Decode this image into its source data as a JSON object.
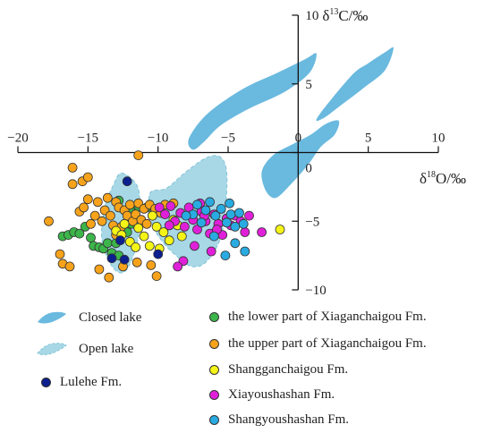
{
  "chart_data": {
    "type": "scatter",
    "title": "",
    "xlabel": "δ18O/‰",
    "ylabel": "δ13C/‰",
    "xlim": [
      -20,
      10
    ],
    "ylim": [
      -10,
      10
    ],
    "x_ticks": [
      "−20",
      "−15",
      "−10",
      "−5",
      "0",
      "5",
      "10"
    ],
    "y_ticks": [
      "10",
      "5",
      "0",
      "−5",
      "−10"
    ],
    "grid": false,
    "legend_position": "bottom",
    "regions": [
      {
        "name": "Closed lake",
        "color": "#6ab9df",
        "style": "solid",
        "polygons": [
          [
            [
              -7.8,
              1.0
            ],
            [
              -6.5,
              2.8
            ],
            [
              -4.0,
              4.6
            ],
            [
              -1.5,
              5.8
            ],
            [
              0.5,
              6.8
            ],
            [
              1.3,
              7.2
            ],
            [
              0.8,
              5.8
            ],
            [
              -1.0,
              4.4
            ],
            [
              -3.5,
              3.2
            ],
            [
              -5.5,
              2.0
            ],
            [
              -6.7,
              0.8
            ],
            [
              -7.5,
              0.2
            ]
          ],
          [
            [
              1.4,
              2.6
            ],
            [
              3.8,
              5.6
            ],
            [
              5.0,
              6.5
            ],
            [
              6.2,
              7.3
            ],
            [
              6.8,
              7.6
            ],
            [
              6.2,
              6.0
            ],
            [
              4.8,
              4.8
            ],
            [
              3.0,
              3.4
            ],
            [
              1.8,
              2.5
            ]
          ],
          [
            [
              -2.6,
              -1.4
            ],
            [
              -1.8,
              -0.2
            ],
            [
              -0.4,
              0.6
            ],
            [
              0.9,
              1.3
            ],
            [
              2.0,
              2.1
            ],
            [
              2.9,
              2.3
            ],
            [
              2.6,
              1.3
            ],
            [
              1.6,
              0.4
            ],
            [
              0.7,
              -0.9
            ],
            [
              -0.6,
              -2.4
            ],
            [
              -1.6,
              -3.3
            ],
            [
              -2.3,
              -2.8
            ]
          ]
        ]
      },
      {
        "name": "Open lake",
        "color": "#a8d8e6",
        "style": "dashed",
        "polygons": [
          [
            [
              -12.6,
              -1.5
            ],
            [
              -11.5,
              -2.4
            ],
            [
              -11.3,
              -4.2
            ],
            [
              -11.5,
              -6.6
            ],
            [
              -12.3,
              -8.6
            ],
            [
              -13.2,
              -8.4
            ],
            [
              -14.0,
              -6.4
            ],
            [
              -13.8,
              -4.0
            ],
            [
              -13.2,
              -2.4
            ]
          ],
          [
            [
              -10.6,
              -3.0
            ],
            [
              -9.4,
              -2.6
            ],
            [
              -8.0,
              -1.4
            ],
            [
              -6.6,
              -0.4
            ],
            [
              -5.6,
              -0.3
            ],
            [
              -5.1,
              -1.4
            ],
            [
              -5.2,
              -4.2
            ],
            [
              -5.6,
              -6.4
            ],
            [
              -6.6,
              -8.0
            ],
            [
              -7.6,
              -8.3
            ],
            [
              -8.6,
              -7.6
            ],
            [
              -9.6,
              -6.6
            ],
            [
              -10.4,
              -5.2
            ]
          ]
        ]
      }
    ],
    "series": [
      {
        "name": "the lower part of Xiaganchaigou Fm.",
        "color": "#3cb54a",
        "points": [
          [
            -16.8,
            -6.1
          ],
          [
            -16.4,
            -6.0
          ],
          [
            -16.0,
            -5.8
          ],
          [
            -15.6,
            -5.9
          ],
          [
            -15.2,
            -5.4
          ],
          [
            -14.8,
            -6.2
          ],
          [
            -14.6,
            -6.8
          ],
          [
            -14.2,
            -6.9
          ],
          [
            -13.9,
            -7.0
          ],
          [
            -13.6,
            -6.6
          ],
          [
            -13.3,
            -7.3
          ],
          [
            -13.0,
            -6.6
          ],
          [
            -12.8,
            -7.5
          ],
          [
            -12.6,
            -6.0
          ],
          [
            -12.8,
            -3.5
          ],
          [
            -12.2,
            -5.8
          ],
          [
            -12.0,
            -4.1
          ],
          [
            -11.4,
            -3.9
          ],
          [
            -10.8,
            -4.0
          ],
          [
            -11.9,
            -5.2
          ]
        ]
      },
      {
        "name": "the upper part of Xiaganchaigou Fm.",
        "color": "#f6a31b",
        "points": [
          [
            -16.1,
            -1.1
          ],
          [
            -15.4,
            -2.1
          ],
          [
            -15.0,
            -1.8
          ],
          [
            -16.1,
            -2.3
          ],
          [
            -17.8,
            -5.0
          ],
          [
            -16.8,
            -8.1
          ],
          [
            -17.0,
            -7.4
          ],
          [
            -16.3,
            -8.3
          ],
          [
            -15.6,
            -4.3
          ],
          [
            -15.3,
            -4.0
          ],
          [
            -15.0,
            -3.4
          ],
          [
            -14.8,
            -5.2
          ],
          [
            -14.5,
            -4.6
          ],
          [
            -14.3,
            -3.6
          ],
          [
            -14.0,
            -5.0
          ],
          [
            -13.8,
            -4.2
          ],
          [
            -13.6,
            -3.3
          ],
          [
            -13.4,
            -4.6
          ],
          [
            -13.2,
            -5.3
          ],
          [
            -13.0,
            -3.6
          ],
          [
            -12.8,
            -4.0
          ],
          [
            -12.6,
            -5.4
          ],
          [
            -12.4,
            -4.2
          ],
          [
            -12.2,
            -4.6
          ],
          [
            -12.0,
            -3.8
          ],
          [
            -11.8,
            -5.0
          ],
          [
            -11.6,
            -4.5
          ],
          [
            -11.4,
            -3.7
          ],
          [
            -11.2,
            -4.9
          ],
          [
            -11.0,
            -4.1
          ],
          [
            -10.8,
            -5.2
          ],
          [
            -10.6,
            -3.8
          ],
          [
            -10.4,
            -4.6
          ],
          [
            -10.2,
            -4.1
          ],
          [
            -9.8,
            -4.4
          ],
          [
            -9.5,
            -3.8
          ],
          [
            -8.9,
            -3.7
          ],
          [
            -13.0,
            -6.0
          ],
          [
            -14.2,
            -8.5
          ],
          [
            -13.5,
            -9.1
          ],
          [
            -12.5,
            -8.3
          ],
          [
            -11.5,
            -8.0
          ],
          [
            -10.5,
            -8.2
          ],
          [
            -10.1,
            -9.0
          ],
          [
            -11.4,
            -0.2
          ]
        ]
      },
      {
        "name": "Shangganchaigou Fm.",
        "color": "#f4f417",
        "points": [
          [
            -13.0,
            -5.7
          ],
          [
            -12.6,
            -6.0
          ],
          [
            -12.4,
            -5.2
          ],
          [
            -12.0,
            -6.5
          ],
          [
            -11.4,
            -5.5
          ],
          [
            -11.0,
            -6.1
          ],
          [
            -10.6,
            -6.8
          ],
          [
            -10.1,
            -5.4
          ],
          [
            -9.6,
            -5.8
          ],
          [
            -9.2,
            -6.4
          ],
          [
            -8.9,
            -4.9
          ],
          [
            -8.6,
            -5.3
          ],
          [
            -8.3,
            -6.1
          ],
          [
            -10.4,
            -4.6
          ],
          [
            -9.9,
            -7.0
          ],
          [
            -11.6,
            -6.9
          ],
          [
            -1.3,
            -5.6
          ]
        ]
      },
      {
        "name": "Xiayoushashan Fm.",
        "color": "#e020d8",
        "points": [
          [
            -9.9,
            -4.0
          ],
          [
            -9.5,
            -4.5
          ],
          [
            -9.1,
            -3.9
          ],
          [
            -8.8,
            -5.0
          ],
          [
            -8.4,
            -4.4
          ],
          [
            -8.1,
            -5.4
          ],
          [
            -7.8,
            -4.0
          ],
          [
            -7.5,
            -4.9
          ],
          [
            -7.2,
            -5.6
          ],
          [
            -6.9,
            -4.3
          ],
          [
            -6.6,
            -5.0
          ],
          [
            -6.3,
            -5.9
          ],
          [
            -6.0,
            -4.5
          ],
          [
            -5.7,
            -5.2
          ],
          [
            -5.4,
            -6.0
          ],
          [
            -5.1,
            -4.8
          ],
          [
            -4.8,
            -5.3
          ],
          [
            -4.5,
            -4.6
          ],
          [
            -4.1,
            -5.0
          ],
          [
            -3.8,
            -5.8
          ],
          [
            -3.5,
            -4.6
          ],
          [
            -7.4,
            -6.8
          ],
          [
            -6.2,
            -7.2
          ],
          [
            -8.2,
            -7.9
          ],
          [
            -8.6,
            -8.3
          ],
          [
            -5.8,
            -5.6
          ],
          [
            -7.0,
            -3.7
          ],
          [
            -2.6,
            -5.8
          ],
          [
            -9.2,
            -5.3
          ],
          [
            -6.7,
            -4.6
          ]
        ]
      },
      {
        "name": "Shangyoushashan Fm.",
        "color": "#29abe2",
        "points": [
          [
            -7.2,
            -3.8
          ],
          [
            -6.6,
            -4.2
          ],
          [
            -6.3,
            -3.6
          ],
          [
            -5.9,
            -4.6
          ],
          [
            -5.5,
            -4.1
          ],
          [
            -5.1,
            -5.1
          ],
          [
            -4.8,
            -4.5
          ],
          [
            -4.5,
            -5.4
          ],
          [
            -4.2,
            -4.4
          ],
          [
            -3.9,
            -5.2
          ],
          [
            -6.9,
            -5.1
          ],
          [
            -7.5,
            -4.5
          ],
          [
            -5.2,
            -7.5
          ],
          [
            -4.5,
            -6.6
          ],
          [
            -3.8,
            -7.2
          ],
          [
            -6.0,
            -6.1
          ],
          [
            -8.0,
            -4.6
          ],
          [
            -4.9,
            -3.7
          ]
        ]
      },
      {
        "name": "Lulehe Fm.",
        "color": "#0b1f8f",
        "points": [
          [
            -12.2,
            -2.1
          ],
          [
            -13.3,
            -7.7
          ],
          [
            -12.4,
            -7.8
          ],
          [
            -10.0,
            -7.4
          ],
          [
            -12.7,
            -6.4
          ]
        ]
      }
    ]
  },
  "legend": {
    "closed_lake": "Closed lake",
    "open_lake": "Open lake",
    "lulehe": "Lulehe Fm.",
    "lower_xiaganchaigou": "the lower part of Xiaganchaigou Fm.",
    "upper_xiaganchaigou": "the upper part of Xiaganchaigou Fm.",
    "shangganchaigou": "Shangganchaigou Fm.",
    "xiayoushashan": "Xiayoushashan Fm.",
    "shangyoushashan": "Shangyoushashan Fm."
  },
  "colors": {
    "closed_lake": "#6ab9df",
    "open_lake": "#a8d8e6",
    "lulehe": "#0b1f8f",
    "lower_xiaganchaigou": "#3cb54a",
    "upper_xiaganchaigou": "#f6a31b",
    "shangganchaigou": "#f4f417",
    "xiayoushashan": "#e020d8",
    "shangyoushashan": "#29abe2"
  }
}
